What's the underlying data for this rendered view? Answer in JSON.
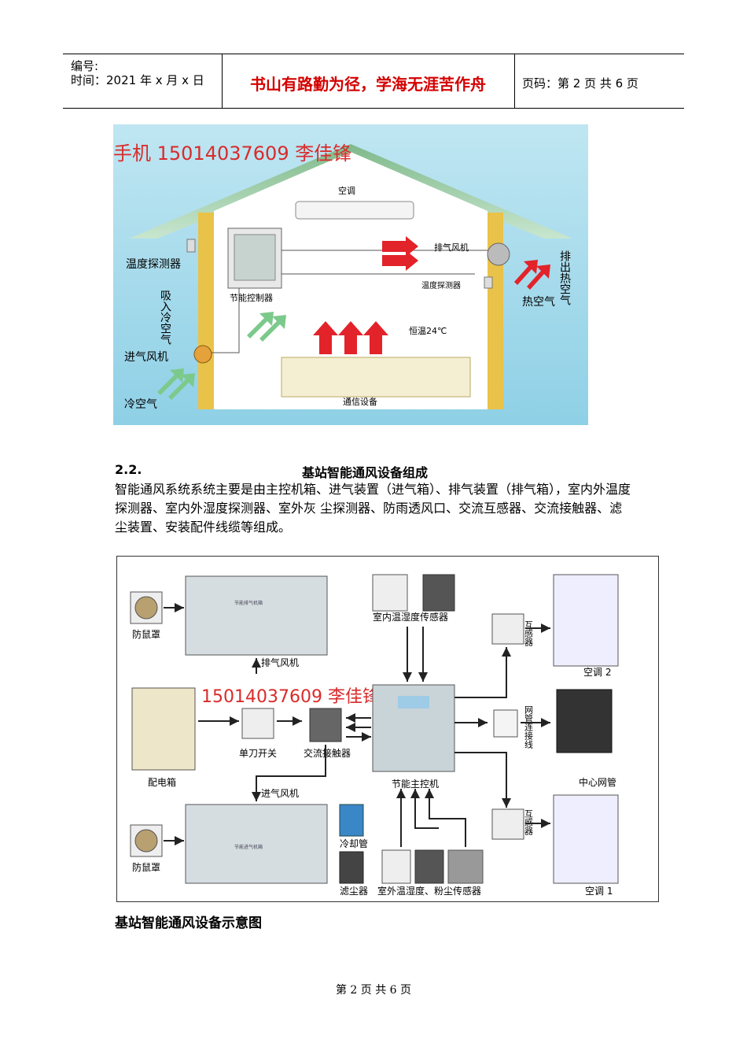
{
  "header": {
    "number_label": "编号:",
    "time_label": "时间：2021 年 x 月 x 日",
    "motto": "书山有路勤为径，学海无涯苦作舟",
    "page_info": "页码：第 2 页  共 6 页"
  },
  "figure1": {
    "watermark": "手机 15014037609 李佳锋",
    "labels": {
      "air_conditioner": "空调",
      "exhaust_fan": "排气风机",
      "temp_detector_left": "温度探测器",
      "temp_detector_right": "温度探测器",
      "controller": "节能控制器",
      "intake_cold_air": "吸入冷空气",
      "intake_fan": "进气风机",
      "cold_air": "冷空气",
      "constant_temp": "恒温24℃",
      "comm_equipment": "通信设备",
      "exhaust_hot_air": "排出热空气",
      "hot_air": "热空气"
    }
  },
  "section": {
    "number": "2.2.",
    "title": "基站智能通风设备组成",
    "paragraph": "智能通风系统系统主要是由主控机箱、进气装置（进气箱）、排气装置（排气箱），室内外温度探测器、室内外湿度探测器、室外灰 尘探测器、防雨透风口、交流互感器、交流接触器、滤尘装置、安装配件线缆等组成。"
  },
  "figure2": {
    "watermark": "15014037609 李佳锋",
    "labels": {
      "rat_guard_top": "防鼠罩",
      "exhaust_box_text": "节能排气机箱",
      "exhaust_fan": "排气风机",
      "indoor_sensor": "室内温湿度传感器",
      "transformer_top": "互感器",
      "ac2": "空调 2",
      "distribution_box": "配电箱",
      "knife_switch": "单刀开关",
      "contactor": "交流接触器",
      "main_controller": "节能主控机",
      "network_cable": "网管连接线",
      "center_nms": "中心网管",
      "intake_fan": "进气风机",
      "cooling_pipe": "冷却管",
      "rat_guard_bottom": "防鼠罩",
      "intake_box_text": "节能进气机箱",
      "dust_filter": "滤尘器",
      "outdoor_sensor": "室外温湿度、粉尘传感器",
      "transformer_bottom": "互感器",
      "ac1": "空调 1"
    }
  },
  "caption": "基站智能通风设备示意图",
  "footer": "第 2 页 共 6 页"
}
